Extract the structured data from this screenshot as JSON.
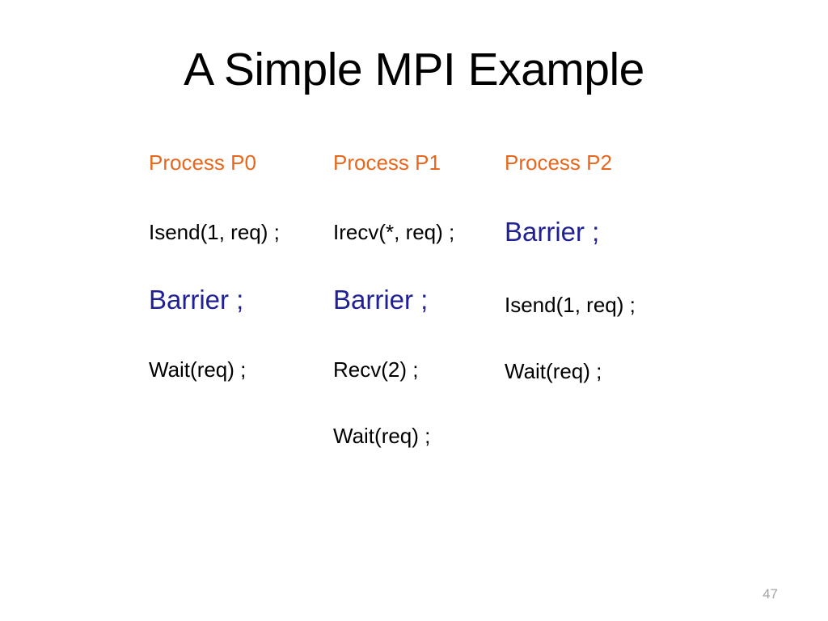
{
  "slide": {
    "title": "A Simple MPI Example",
    "page_number": "47",
    "background_color": "#FFFFFF",
    "header_color": "#E8671C",
    "barrier_color": "#1F1F96",
    "body_color": "#000000",
    "page_number_color": "#A6A6A6"
  },
  "columns": [
    {
      "header": "Process P0",
      "statements": [
        {
          "text": "Isend(1, req) ;",
          "style": "normal"
        },
        {
          "text": "Barrier ;",
          "style": "barrier"
        },
        {
          "text": "Wait(req) ;",
          "style": "normal"
        }
      ]
    },
    {
      "header": "Process P1",
      "statements": [
        {
          "text": "Irecv(*, req) ;",
          "style": "normal"
        },
        {
          "text": "Barrier ;",
          "style": "barrier"
        },
        {
          "text": "Recv(2) ;",
          "style": "normal"
        },
        {
          "text": "Wait(req) ;",
          "style": "normal"
        }
      ]
    },
    {
      "header": "Process P2",
      "statements": [
        {
          "text": "Barrier ;",
          "style": "barrier"
        },
        {
          "text": "Isend(1, req) ;",
          "style": "normal"
        },
        {
          "text": "Wait(req) ;",
          "style": "normal"
        }
      ]
    }
  ]
}
